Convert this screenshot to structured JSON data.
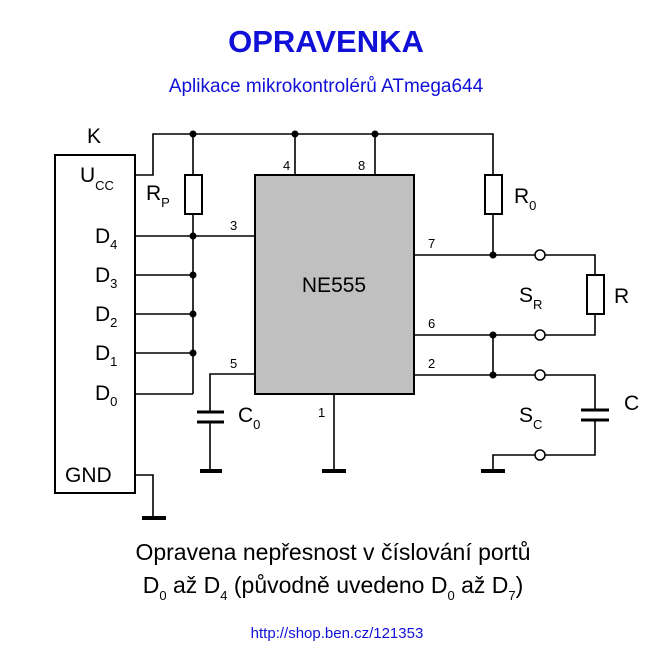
{
  "header": {
    "title": "OPRAVENKA",
    "subtitle": "Aplikace mikrokontrolérů ATmega644"
  },
  "circuit": {
    "connector": {
      "label": "K",
      "ucc": {
        "main": "U",
        "sub": "CC"
      },
      "ports": [
        {
          "main": "D",
          "sub": "4"
        },
        {
          "main": "D",
          "sub": "3"
        },
        {
          "main": "D",
          "sub": "2"
        },
        {
          "main": "D",
          "sub": "1"
        },
        {
          "main": "D",
          "sub": "0"
        }
      ],
      "gnd": "GND"
    },
    "chip": {
      "name": "NE555",
      "pins": {
        "p4": "4",
        "p8": "8",
        "p3": "3",
        "p5": "5",
        "p1": "1",
        "p7": "7",
        "p6": "6",
        "p2": "2"
      }
    },
    "components": {
      "rp": {
        "main": "R",
        "sub": "P"
      },
      "r0": {
        "main": "R",
        "sub": "0"
      },
      "r": "R",
      "c": "C",
      "c0": {
        "main": "C",
        "sub": "0"
      },
      "sr": {
        "main": "S",
        "sub": "R"
      },
      "sc": {
        "main": "S",
        "sub": "C"
      }
    }
  },
  "footer": {
    "line1": "Opravena nepřesnost v číslování portů",
    "line2": {
      "d0a": {
        "main": "D",
        "sub": "0"
      },
      "az1": " až ",
      "d4": {
        "main": "D",
        "sub": "4"
      },
      "paren": " (původně uvedeno ",
      "d0b": {
        "main": "D",
        "sub": "0"
      },
      "az2": " až ",
      "d7": {
        "main": "D",
        "sub": "7"
      },
      "close": ")"
    },
    "url": "http://shop.ben.cz/121353"
  }
}
